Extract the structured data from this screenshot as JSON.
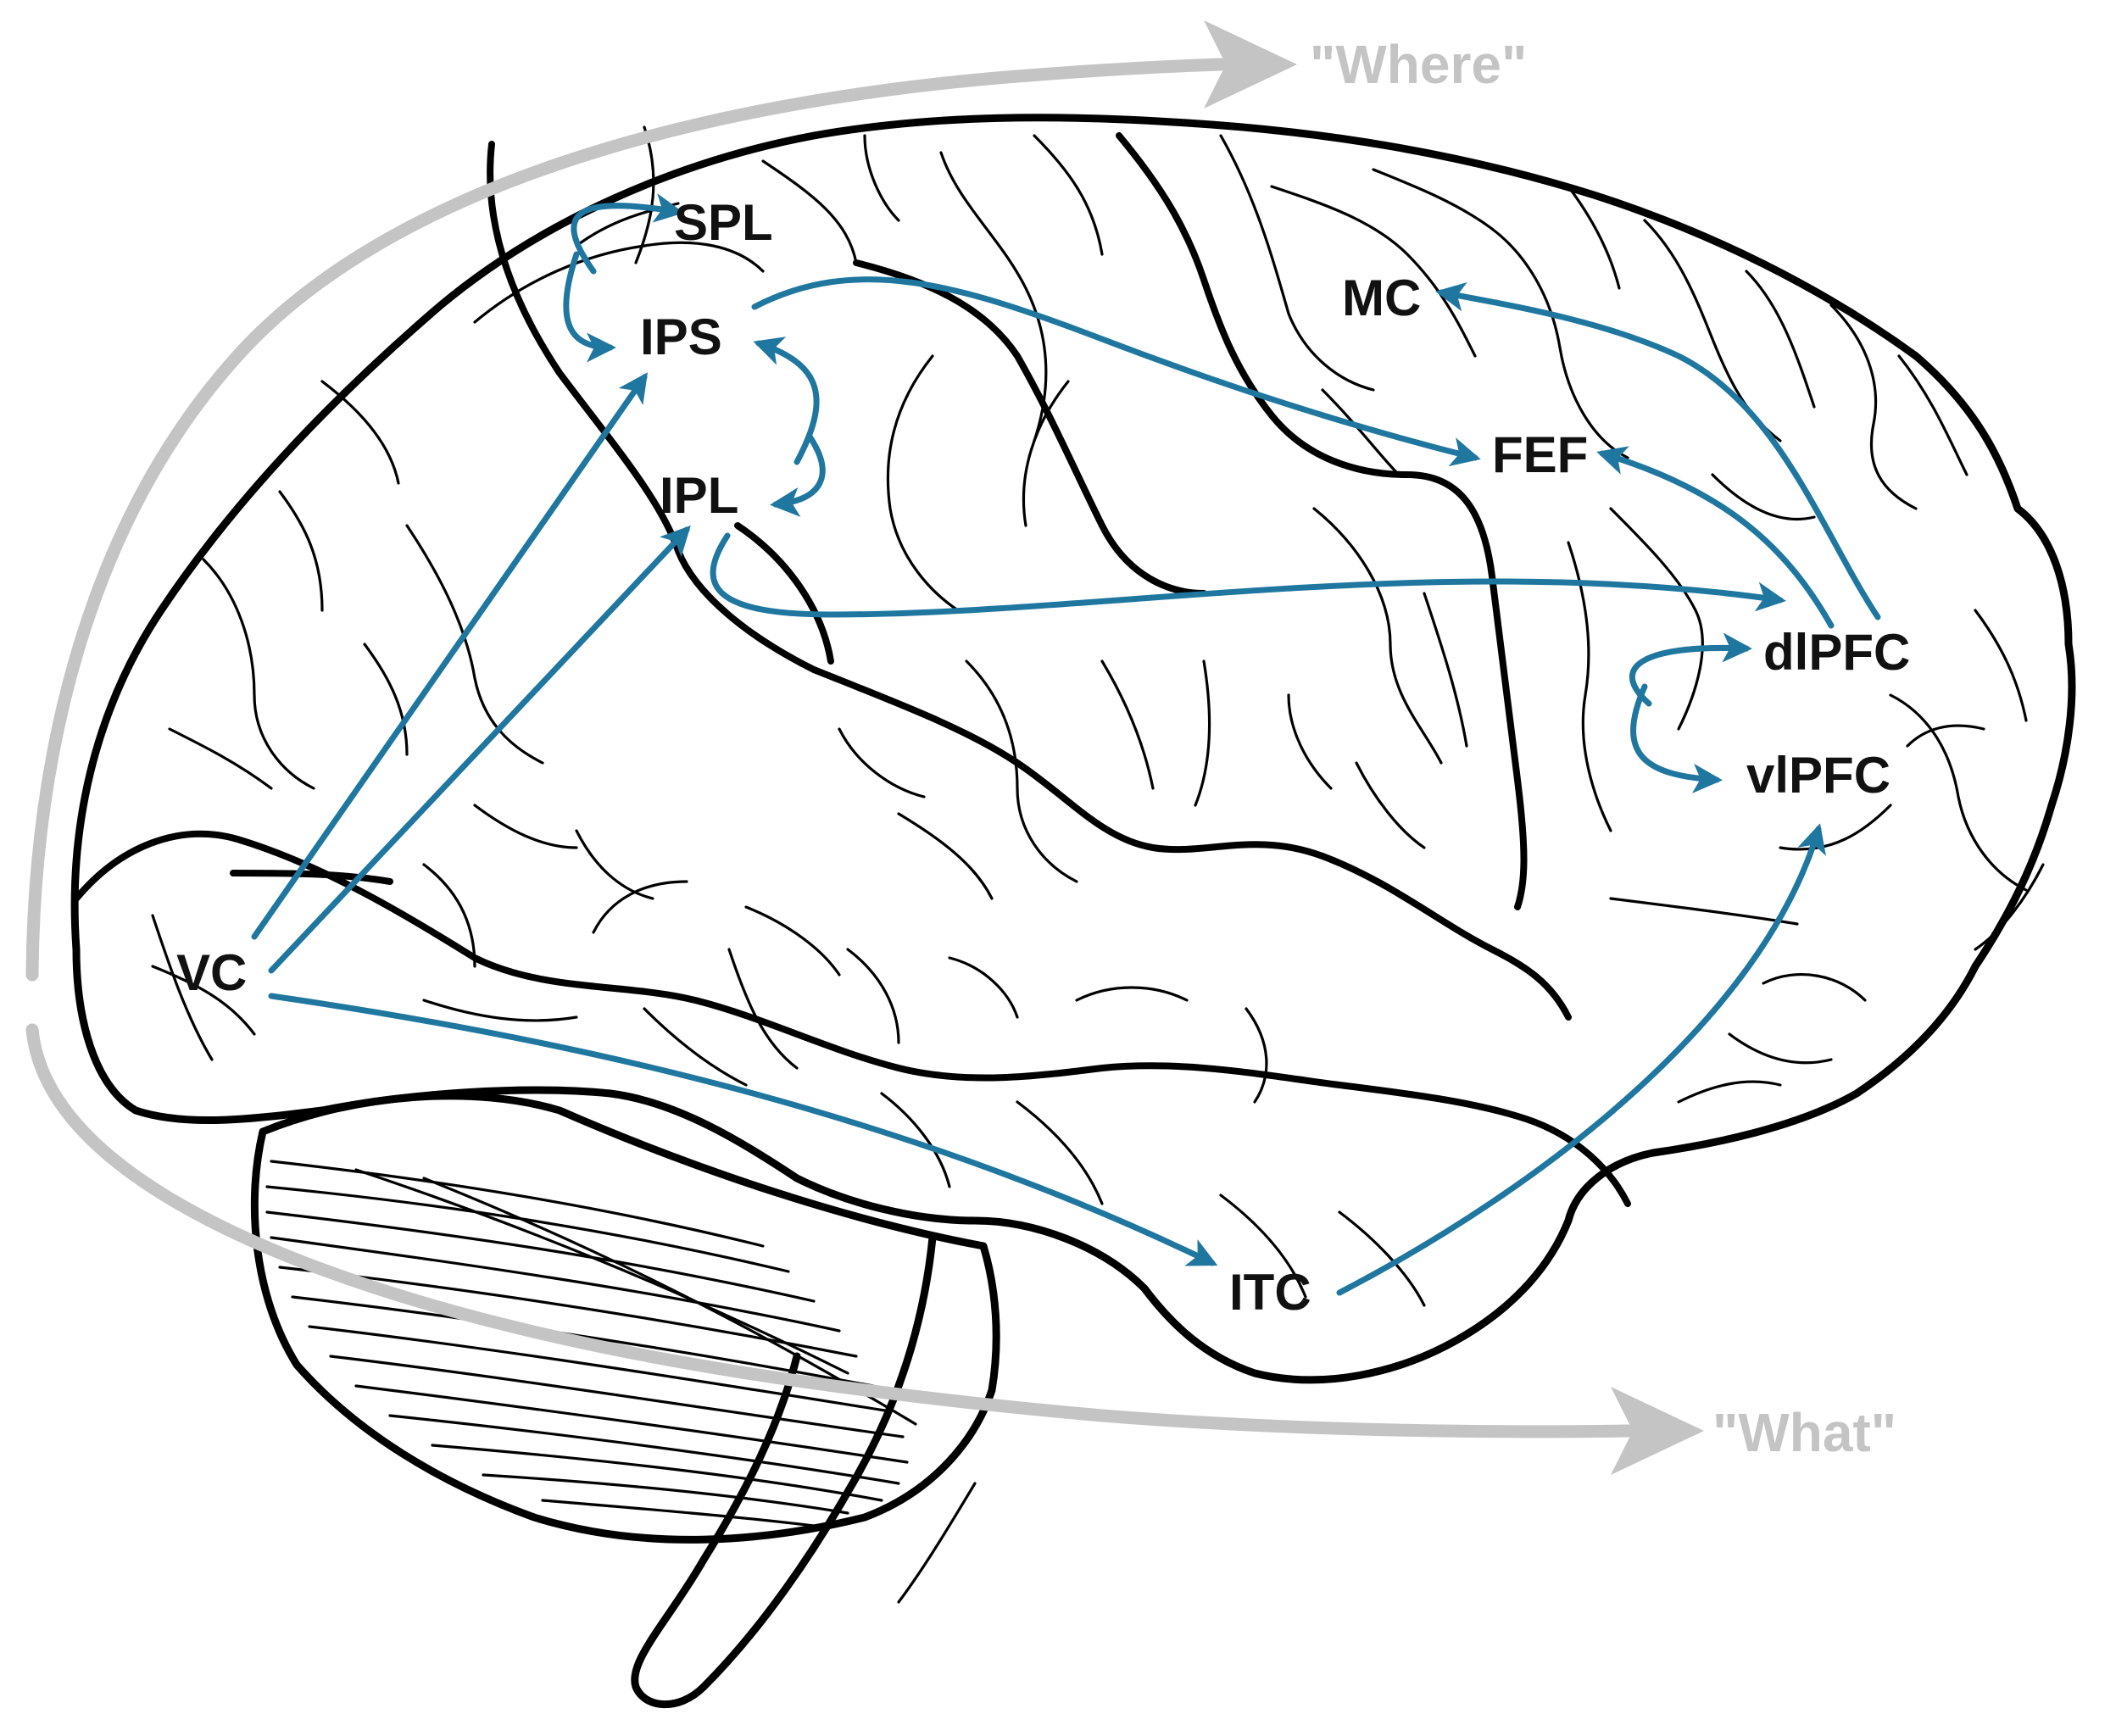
{
  "colors": {
    "connection": "#1f77a0",
    "stream": "#c4c4c4",
    "outline": "#000000"
  },
  "streams": {
    "dorsal": "\"Where\"",
    "ventral": "\"What\""
  },
  "regions": {
    "spl": "SPL",
    "ips": "IPS",
    "ipl": "IPL",
    "mc": "MC",
    "fef": "FEF",
    "dlpfc": "dlPFC",
    "vlpfc": "vlPFC",
    "vc": "VC",
    "itc": "ITC"
  }
}
